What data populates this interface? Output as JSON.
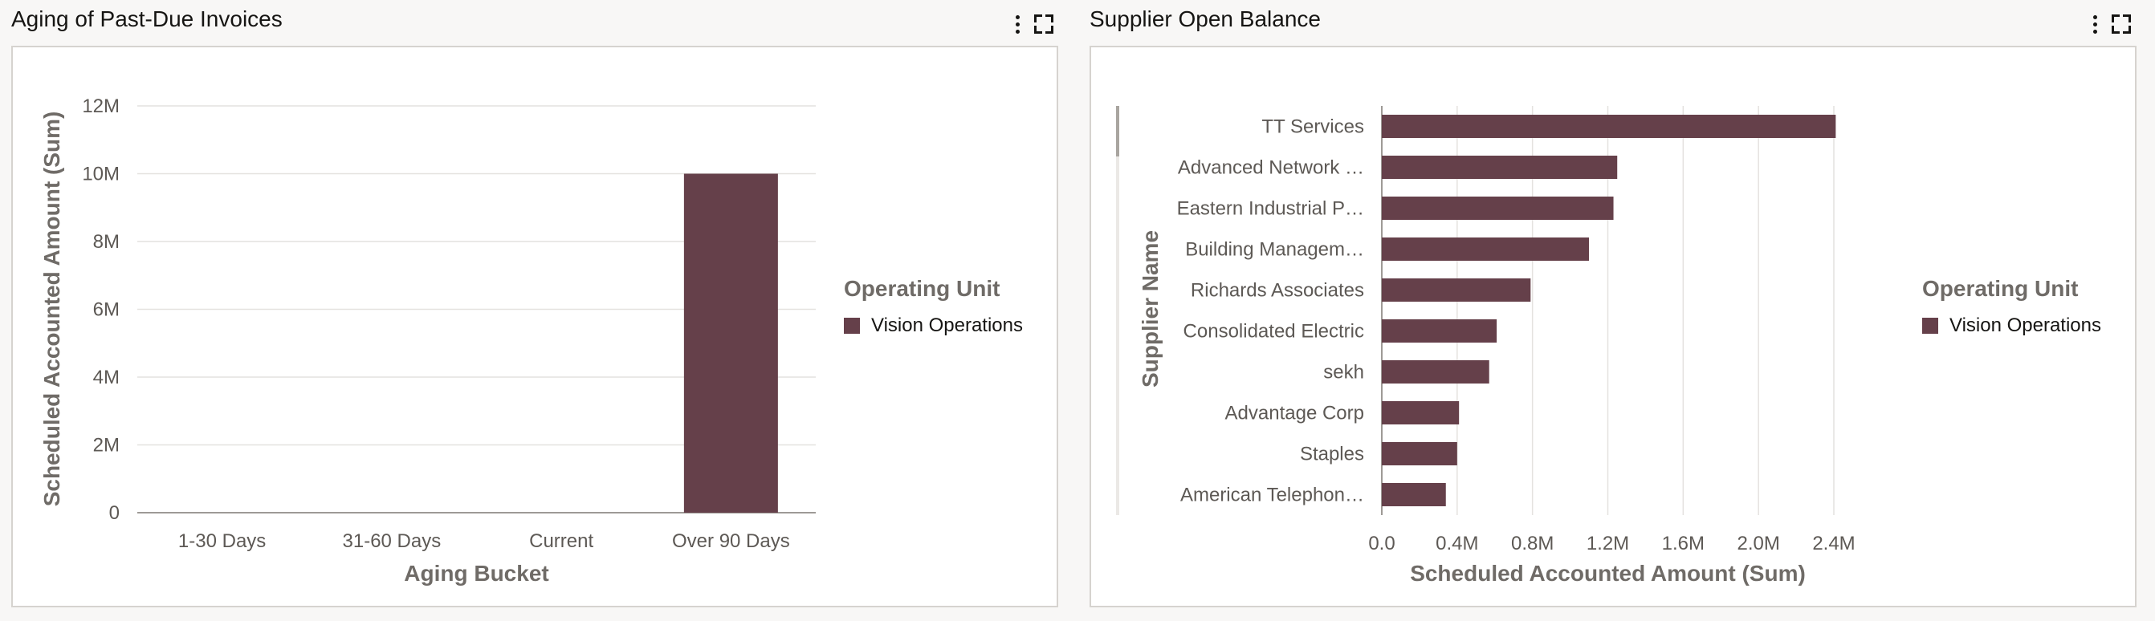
{
  "panels": [
    {
      "title": "Aging of Past-Due Invoices",
      "legend": {
        "title": "Operating Unit",
        "items": [
          {
            "label": "Vision Operations",
            "color": "#65404a"
          }
        ]
      }
    },
    {
      "title": "Supplier Open Balance",
      "legend": {
        "title": "Operating Unit",
        "items": [
          {
            "label": "Vision Operations",
            "color": "#65404a"
          }
        ]
      }
    }
  ],
  "chart_data": [
    {
      "type": "bar",
      "orientation": "vertical",
      "categories": [
        "1-30 Days",
        "31-60 Days",
        "Current",
        "Over 90 Days"
      ],
      "series": [
        {
          "name": "Vision Operations",
          "values": [
            0,
            0,
            0,
            10000000
          ],
          "color": "#65404a"
        }
      ],
      "xlabel": "Aging Bucket",
      "ylabel": "Scheduled Accounted Amount (Sum)",
      "ylim": [
        0,
        12000000
      ],
      "yticks": [
        0,
        2000000,
        4000000,
        6000000,
        8000000,
        10000000,
        12000000
      ],
      "ytick_labels": [
        "0",
        "2M",
        "4M",
        "6M",
        "8M",
        "10M",
        "12M"
      ],
      "grid": true,
      "legend_position": "right"
    },
    {
      "type": "bar",
      "orientation": "horizontal",
      "categories": [
        "TT Services",
        "Advanced Network …",
        "Eastern Industrial P…",
        "Building Managem…",
        "Richards Associates",
        "Consolidated Electric",
        "sekh",
        "Advantage Corp",
        "Staples",
        "American Telephon…"
      ],
      "series": [
        {
          "name": "Vision Operations",
          "values": [
            2410000,
            1250000,
            1230000,
            1100000,
            790000,
            610000,
            570000,
            410000,
            400000,
            340000
          ],
          "color": "#65404a"
        }
      ],
      "xlabel": "Scheduled Accounted Amount (Sum)",
      "ylabel": "Supplier Name",
      "xlim": [
        0,
        2400000
      ],
      "xticks": [
        0,
        400000,
        800000,
        1200000,
        1600000,
        2000000,
        2400000
      ],
      "xtick_labels": [
        "0.0",
        "0.4M",
        "0.8M",
        "1.2M",
        "1.6M",
        "2.0M",
        "2.4M"
      ],
      "grid": true,
      "legend_position": "right"
    }
  ]
}
